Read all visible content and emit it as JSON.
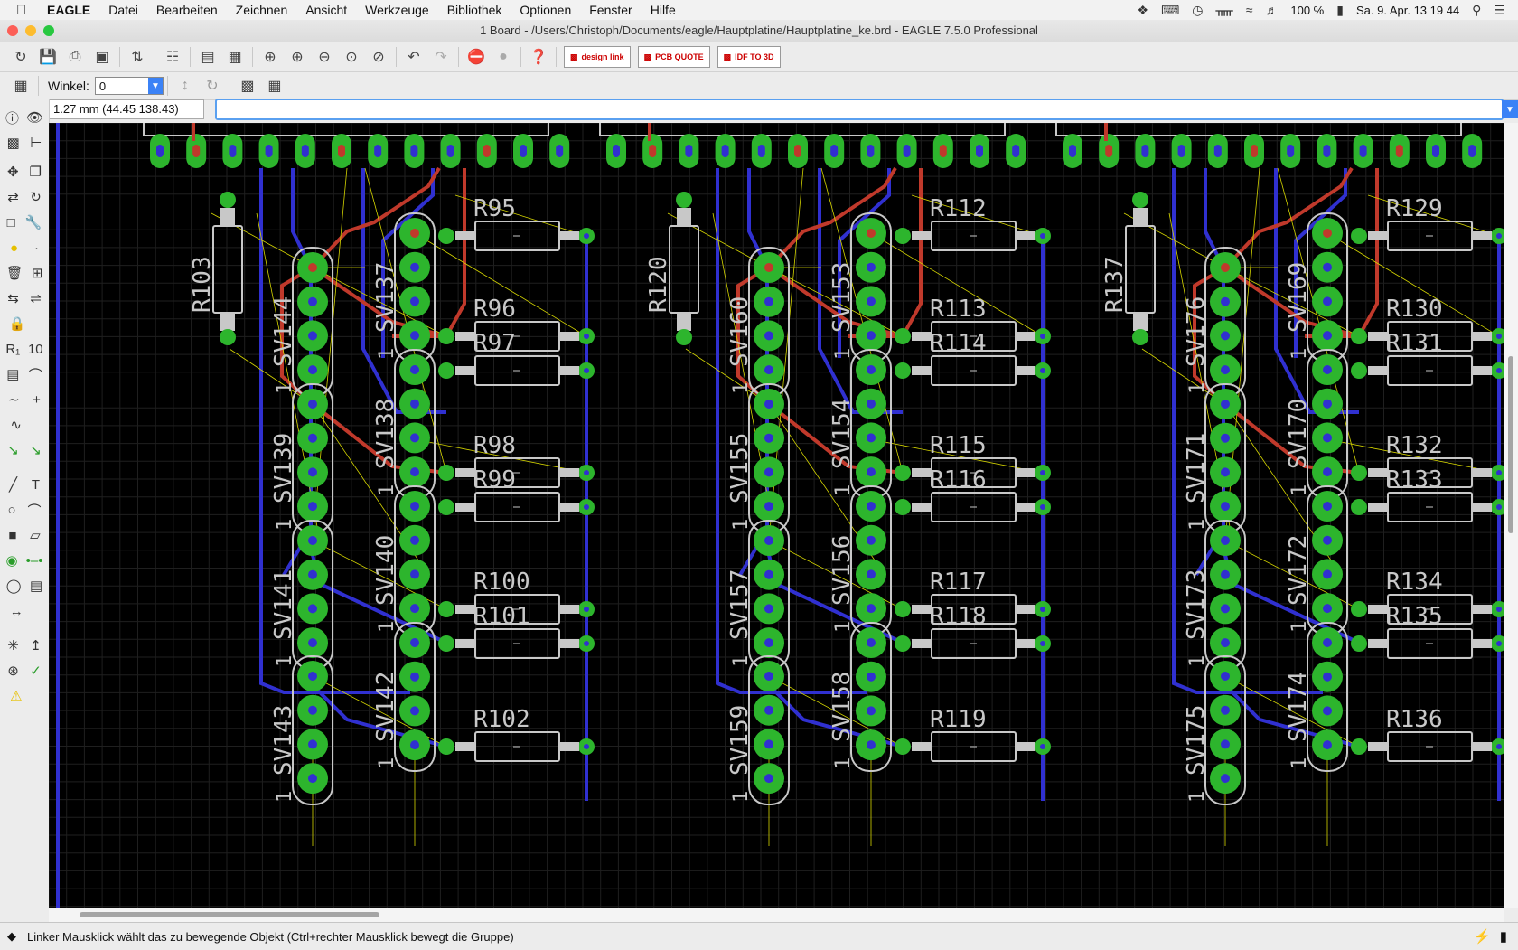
{
  "menubar": {
    "app": "EAGLE",
    "items": [
      "Datei",
      "Bearbeiten",
      "Zeichnen",
      "Ansicht",
      "Werkzeuge",
      "Bibliothek",
      "Optionen",
      "Fenster",
      "Hilfe"
    ],
    "battery": "100 %",
    "clock": "Sa. 9. Apr. 13 19 44"
  },
  "window": {
    "title": "1 Board - /Users/Christoph/Documents/eagle/Hauptplatine/Hauptplatine_ke.brd - EAGLE 7.5.0 Professional"
  },
  "toolbar": {
    "badges": [
      {
        "top": "design",
        "bottom": "link"
      },
      {
        "top": "PCB",
        "bottom": "QUOTE"
      },
      {
        "top": "IDF",
        "bottom": "TO 3D"
      }
    ]
  },
  "params": {
    "angle_label": "Winkel:",
    "angle_value": "0"
  },
  "coord": "1.27 mm (44.45 138.43)",
  "command_value": "",
  "status": "Linker Mausklick wählt das zu bewegende Objekt (Ctrl+rechter Mausklick bewegt die Gruppe)",
  "board": {
    "colors": {
      "bg": "#000000",
      "grid": "#1f1f1f",
      "top": "#c0392b",
      "bottom": "#3030d0",
      "pad": "#2db52d",
      "silk": "#c8c8c8",
      "airwire": "#d6d600"
    },
    "blocks": [
      {
        "resistor_vertical": "R103",
        "pin1_label": "1",
        "connectors_left": [
          "SV144",
          "SV139",
          "SV141",
          "SV143"
        ],
        "connectors_right": [
          "SV137",
          "SV138",
          "SV140",
          "SV142"
        ],
        "resistors": [
          "R95",
          "R96",
          "R97",
          "R98",
          "R99",
          "R100",
          "R101",
          "R102"
        ]
      },
      {
        "resistor_vertical": "R120",
        "pin1_label": "1",
        "connectors_left": [
          "SV160",
          "SV155",
          "SV157",
          "SV159"
        ],
        "connectors_right": [
          "SV153",
          "SV154",
          "SV156",
          "SV158"
        ],
        "resistors": [
          "R112",
          "R113",
          "R114",
          "R115",
          "R116",
          "R117",
          "R118",
          "R119"
        ]
      },
      {
        "resistor_vertical": "R137",
        "pin1_label": "1",
        "connectors_left": [
          "SV176",
          "SV171",
          "SV173",
          "SV175"
        ],
        "connectors_right": [
          "SV169",
          "SV170",
          "SV172",
          "SV174"
        ],
        "resistors": [
          "R129",
          "R130",
          "R131",
          "R132",
          "R133",
          "R134",
          "R135",
          "R136"
        ]
      }
    ]
  }
}
